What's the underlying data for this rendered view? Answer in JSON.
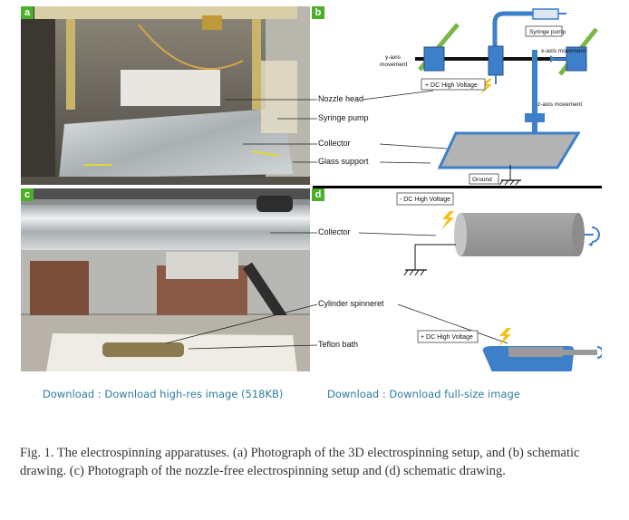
{
  "panels": {
    "a": {
      "letter": "a"
    },
    "b": {
      "letter": "b"
    },
    "c": {
      "letter": "c"
    },
    "d": {
      "letter": "d"
    }
  },
  "callouts_top": {
    "nozzle_head": "Nozzle head",
    "syringe_pump": "Syringe pump",
    "collector": "Collector",
    "glass_support": "Glass support"
  },
  "callouts_bottom": {
    "collector": "Collector",
    "cylinder_spinneret": "Cylinder spinneret",
    "teflon_bath": "Teflon bath"
  },
  "schematic_b": {
    "syringe_pump": "Syringe pump",
    "y_axis_line1": "y-axis",
    "y_axis_line2": "movement",
    "x_axis": "x-axis movement",
    "z_axis": "z-axis movement",
    "dc_voltage": "+ DC High Voltage",
    "ground": "Ground"
  },
  "schematic_d": {
    "neg_voltage": "- DC High Voltage",
    "pos_voltage": "+ DC High Voltage"
  },
  "downloads": {
    "high_res": "Download : Download high-res image (518KB)",
    "full_size": "Download : Download full-size image"
  },
  "caption": {
    "text": "Fig. 1. The electrospinning apparatuses. (a) Photograph of the 3D electrospinning setup, and (b) schematic drawing. (c) Photograph of the nozzle-free electrospinning setup and (d) schematic drawing."
  },
  "colors": {
    "panel_label_bg": "#4caf2a",
    "link": "#2e7ea0",
    "schematic_blue": "#3d80c9",
    "schematic_green": "#7ab648",
    "bolt_yellow": "#f2c21c"
  }
}
